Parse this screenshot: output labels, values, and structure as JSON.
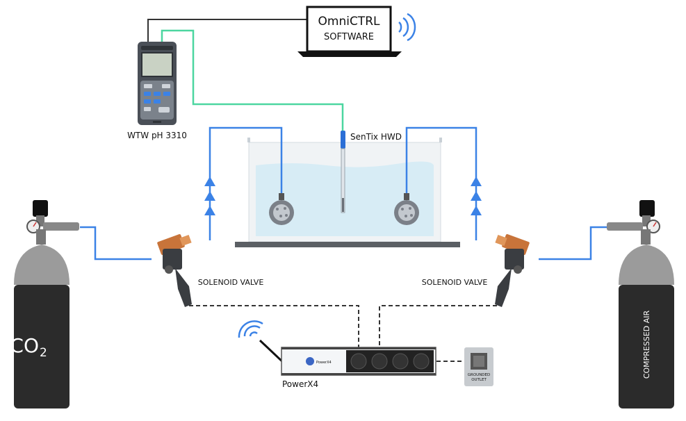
{
  "software": {
    "line1": "OmniCTRL",
    "line2": "SOFTWARE"
  },
  "meter_label": "WTW pH 3310",
  "sensor_label": "SenTix HWD",
  "valve_left_label": "SOLENOID VALVE",
  "valve_right_label": "SOLENOID VALVE",
  "co2_label": "CO",
  "co2_subscript": "2",
  "air_label": "COMPRESSED AIR",
  "power_label": "PowerX4",
  "power_brand": "PowerX4",
  "outlet_label_line1": "GROUNDED",
  "outlet_label_line2": "OUTLET",
  "icons": [
    "wifi-icon",
    "laptop-icon",
    "meter-icon",
    "probe-icon",
    "diffuser-icon",
    "check-valve-icon",
    "solenoid-valve-icon",
    "gas-cylinder-icon",
    "power-strip-icon",
    "socket-icon"
  ],
  "colors": {
    "gas_line": "#3b82e6",
    "signal_line": "#4cd6a0",
    "water": "#d7ecf5",
    "cylinder": "#2b2b2b",
    "cylinder_top": "#9b9b9b",
    "valve": "#c8743a"
  }
}
